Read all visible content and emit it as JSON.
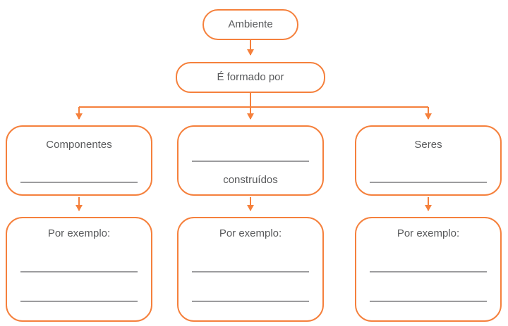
{
  "colors": {
    "accent": "#F5803C",
    "text": "#58595B",
    "blank-line": "#9C9C9E",
    "background": "#FFFFFF"
  },
  "diagram": {
    "type": "concept-map-worksheet",
    "root": {
      "label": "Ambiente"
    },
    "relation": {
      "label": "É formado por"
    },
    "branches": [
      {
        "title": "Componentes",
        "layout": "title-above-blank",
        "blank_lines": 1,
        "example": {
          "label": "Por exemplo:",
          "blank_lines": 2
        }
      },
      {
        "title": "construídos",
        "layout": "blank-above-title",
        "blank_lines": 1,
        "example": {
          "label": "Por exemplo:",
          "blank_lines": 2
        }
      },
      {
        "title": "Seres",
        "layout": "title-above-blank",
        "blank_lines": 1,
        "example": {
          "label": "Por exemplo:",
          "blank_lines": 2
        }
      }
    ]
  }
}
